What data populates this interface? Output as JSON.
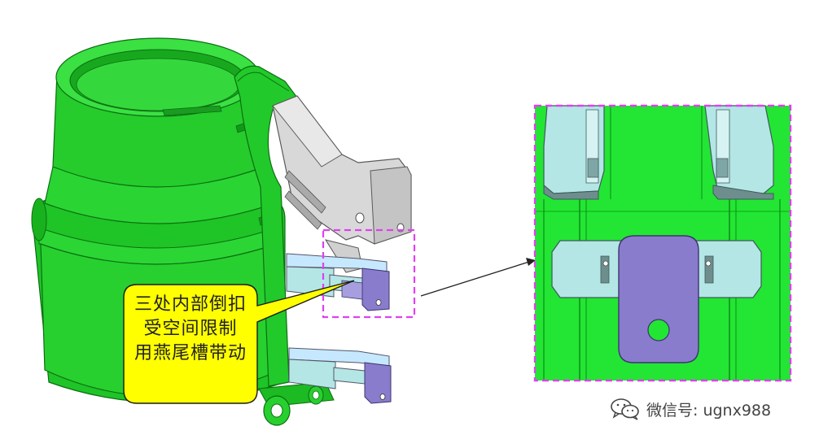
{
  "callout": {
    "line1": "三处内部倒扣",
    "line2": "受空间限制",
    "line3": "用燕尾槽带动"
  },
  "watermark": {
    "text": "微信号: ugnx988",
    "icon": "wechat-icon"
  },
  "colors": {
    "part_green": "#22d02a",
    "part_green_dark": "#159a1c",
    "highlight_box": "#e040f0",
    "callout_fill": "#ffff00",
    "slider_light": "#b4e6e6",
    "slider_purple": "#8a7ccc",
    "lifter_gray": "#d6d6d6"
  }
}
